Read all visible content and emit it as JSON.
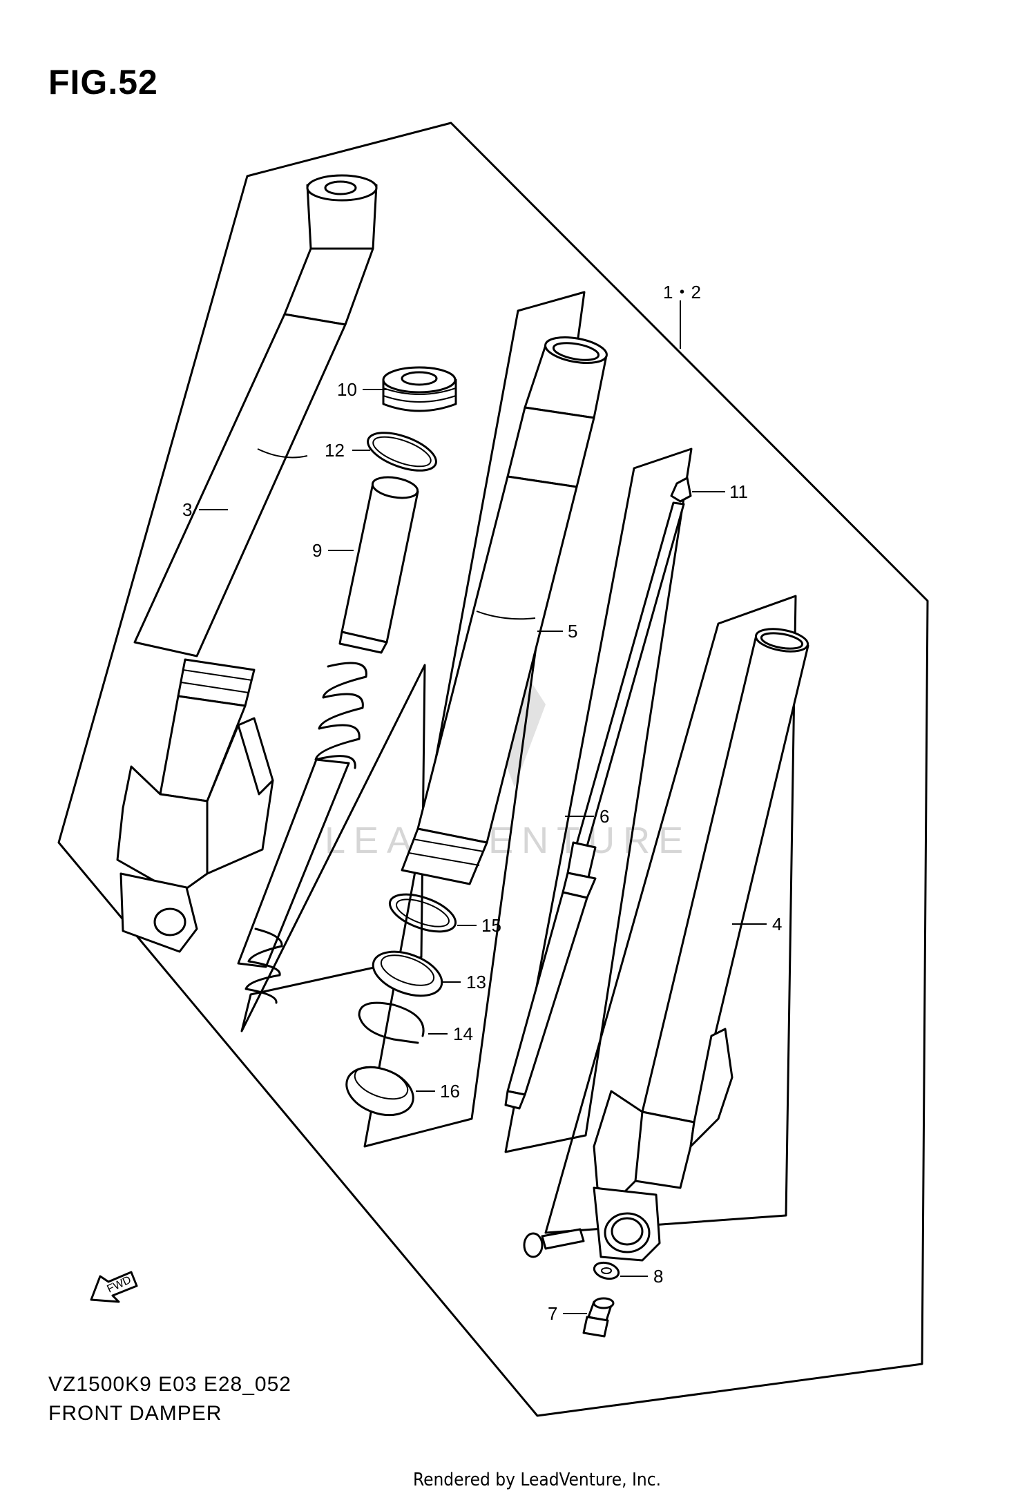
{
  "figure": {
    "title": "FIG.52",
    "model_code": "VZ1500K9 E03 E28_052",
    "name": "FRONT DAMPER",
    "credit": "Rendered by LeadVenture, Inc.",
    "watermark": "LEADVENTURE",
    "fwd_label": "FWD"
  },
  "callouts": {
    "c1_2": "1・2",
    "c3": "3",
    "c4": "4",
    "c5": "5",
    "c6": "6",
    "c7": "7",
    "c8": "8",
    "c9": "9",
    "c10": "10",
    "c11": "11",
    "c12": "12",
    "c13": "13",
    "c14": "14",
    "c15": "15",
    "c16": "16"
  }
}
